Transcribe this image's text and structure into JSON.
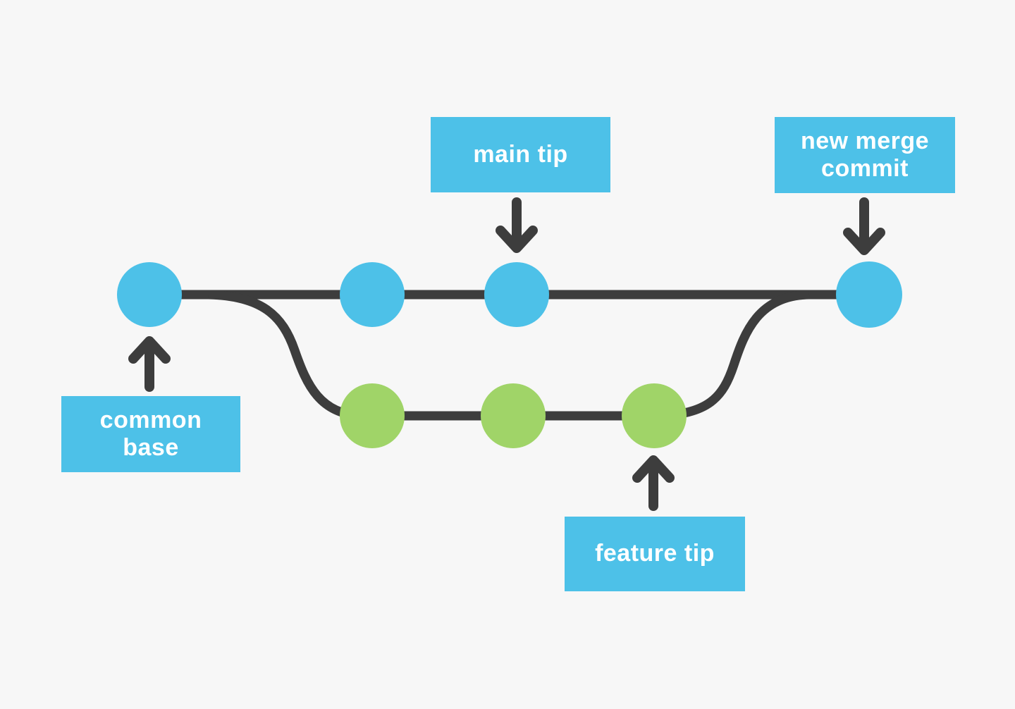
{
  "diagram": {
    "type": "git-merge-branch-diagram",
    "description": "Two branches (main and feature) diverging from a common base and merging into a new merge commit"
  },
  "colors": {
    "background": "#f7f7f7",
    "line": "#3d3d3d",
    "main_branch": "#4dc1e8",
    "feature_branch": "#a0d468",
    "label_bg": "#4dc1e8",
    "label_text": "#ffffff"
  },
  "labels": {
    "main_tip": "main tip",
    "new_merge_commit": "new merge commit",
    "common_base": "common base",
    "feature_tip": "feature tip"
  },
  "branches": {
    "main": {
      "name": "main",
      "commit_count": 4
    },
    "feature": {
      "name": "feature",
      "commit_count": 3
    }
  },
  "nodes": [
    {
      "id": "common-base",
      "branch": "main",
      "annotation": "common base"
    },
    {
      "id": "main-commit-2",
      "branch": "main",
      "annotation": ""
    },
    {
      "id": "main-tip",
      "branch": "main",
      "annotation": "main tip"
    },
    {
      "id": "new-merge-commit",
      "branch": "main",
      "annotation": "new merge commit"
    },
    {
      "id": "feature-commit-1",
      "branch": "feature",
      "annotation": ""
    },
    {
      "id": "feature-commit-2",
      "branch": "feature",
      "annotation": ""
    },
    {
      "id": "feature-tip",
      "branch": "feature",
      "annotation": "feature tip"
    }
  ]
}
